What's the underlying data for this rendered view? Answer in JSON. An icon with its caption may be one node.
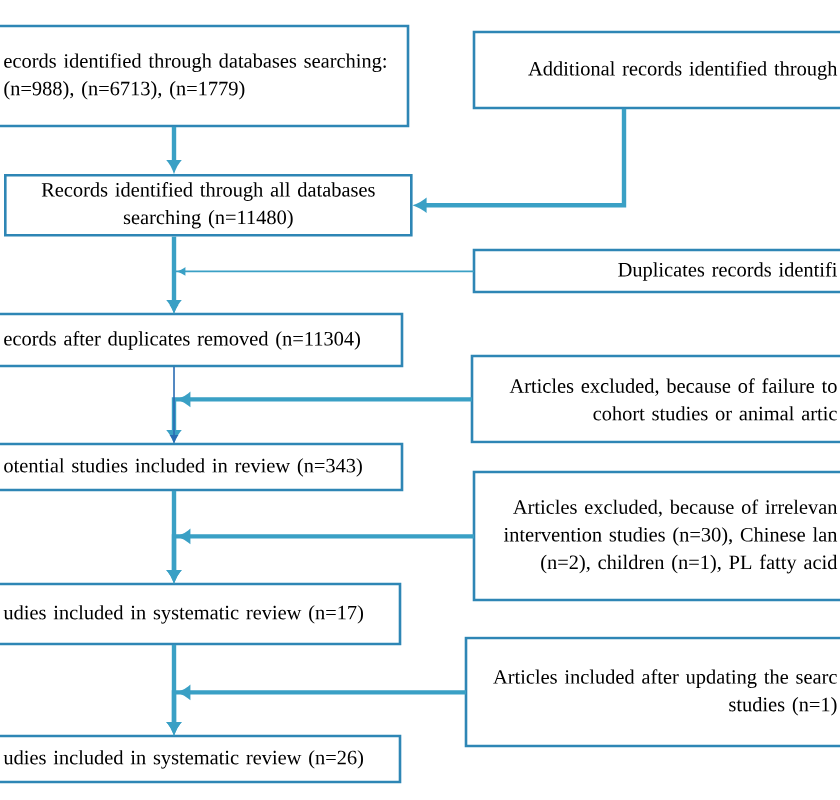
{
  "diagram": {
    "nodes": [
      {
        "text": [
          "ecords identified through databases searching: (n=988), (n=6713), (n=1779)"
        ]
      },
      {
        "text": [
          "Additional records identified through"
        ]
      },
      {
        "text": [
          "Records identified through all databases searching (n=11480)"
        ]
      },
      {
        "text": [
          "Duplicates records identifi"
        ]
      },
      {
        "text": [
          "ecords after duplicates removed (n=11304)"
        ]
      },
      {
        "text": [
          "Articles excluded, because of failure to cohort studies or animal artic"
        ]
      },
      {
        "text": [
          "otential studies included in review (n=343)"
        ]
      },
      {
        "text": [
          "Articles excluded, because of irrelevan intervention studies (n=30), Chinese lan (n=2), children (n=1), PL fatty acid"
        ]
      },
      {
        "text": [
          "udies included in systematic review (n=17)"
        ]
      },
      {
        "text": [
          "Articles included after updating the searc studies (n=1)"
        ]
      },
      {
        "text": [
          "udies included in systematic review (n=26)"
        ]
      }
    ],
    "edges": [
      {
        "from": 0,
        "to": 2,
        "arrow": "to"
      },
      {
        "from": 1,
        "to": 2,
        "arrow": "to"
      },
      {
        "from": 2,
        "to": 4,
        "arrow": "to"
      },
      {
        "from": 3,
        "to": 4,
        "arrow": "to"
      },
      {
        "from": 4,
        "to": 6,
        "arrow": "to",
        "color": "#2a6cb3"
      },
      {
        "from": 5,
        "to": 6,
        "arrow": "to"
      },
      {
        "from": 6,
        "to": 8,
        "arrow": "to"
      },
      {
        "from": 7,
        "to": 8,
        "arrow": "to"
      },
      {
        "from": 8,
        "to": 10,
        "arrow": "to"
      },
      {
        "from": 9,
        "to": 10,
        "arrow": "to"
      }
    ]
  }
}
